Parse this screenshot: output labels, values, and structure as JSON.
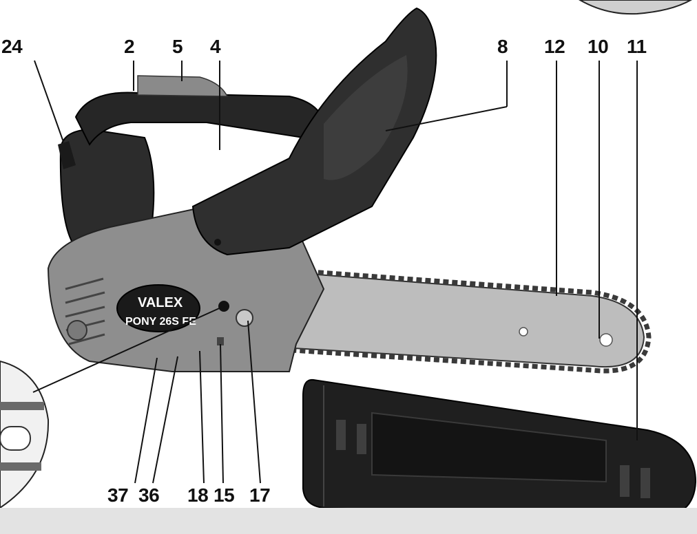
{
  "brand": {
    "logo_text": "VALEX",
    "model_text": "PONY 26S FE"
  },
  "callouts": [
    {
      "id": "24",
      "label": "24"
    },
    {
      "id": "2",
      "label": "2"
    },
    {
      "id": "5",
      "label": "5"
    },
    {
      "id": "4",
      "label": "4"
    },
    {
      "id": "8",
      "label": "8"
    },
    {
      "id": "12",
      "label": "12"
    },
    {
      "id": "10",
      "label": "10"
    },
    {
      "id": "11",
      "label": "11"
    },
    {
      "id": "37",
      "label": "37"
    },
    {
      "id": "36",
      "label": "36"
    },
    {
      "id": "18",
      "label": "18"
    },
    {
      "id": "15",
      "label": "15"
    },
    {
      "id": "17",
      "label": "17"
    }
  ],
  "colors": {
    "body_grey": "#8e8e8e",
    "dark_plastic": "#2c2c2c",
    "bar_grey": "#b9b9b9",
    "cover_black": "#1f1f1f",
    "footer_band": "#e3e3e3"
  }
}
